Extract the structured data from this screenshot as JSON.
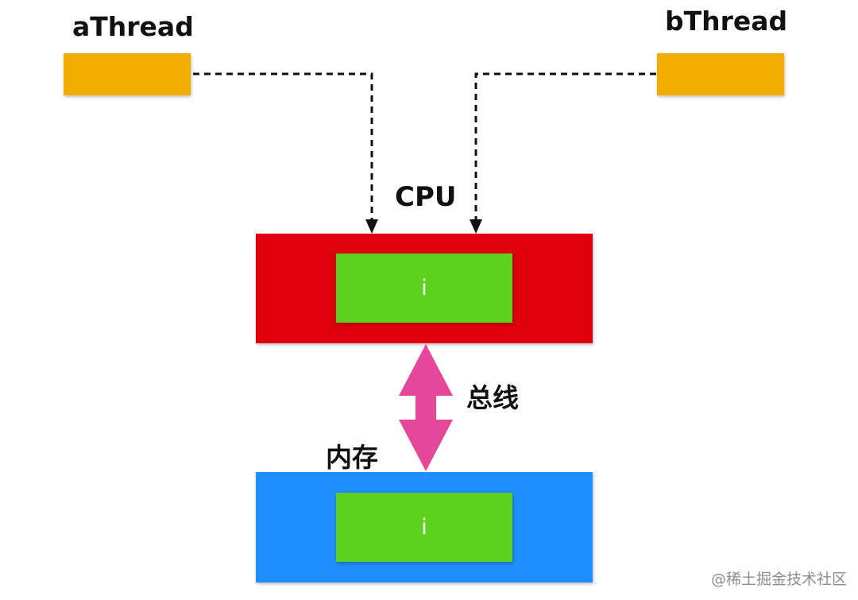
{
  "threads": {
    "a": {
      "label": "aThread"
    },
    "b": {
      "label": "bThread"
    }
  },
  "cpu": {
    "label": "CPU",
    "variable": "i"
  },
  "bus": {
    "label": "总线"
  },
  "memory": {
    "label": "内存",
    "variable": "i"
  },
  "watermark": "@稀土掘金技术社区",
  "colors": {
    "thread": "#f2ad00",
    "cpu": "#e0000c",
    "memory": "#1f8fff",
    "variable": "#5cd21f",
    "bus_arrow": "#e5479b",
    "connector": "#111111"
  }
}
